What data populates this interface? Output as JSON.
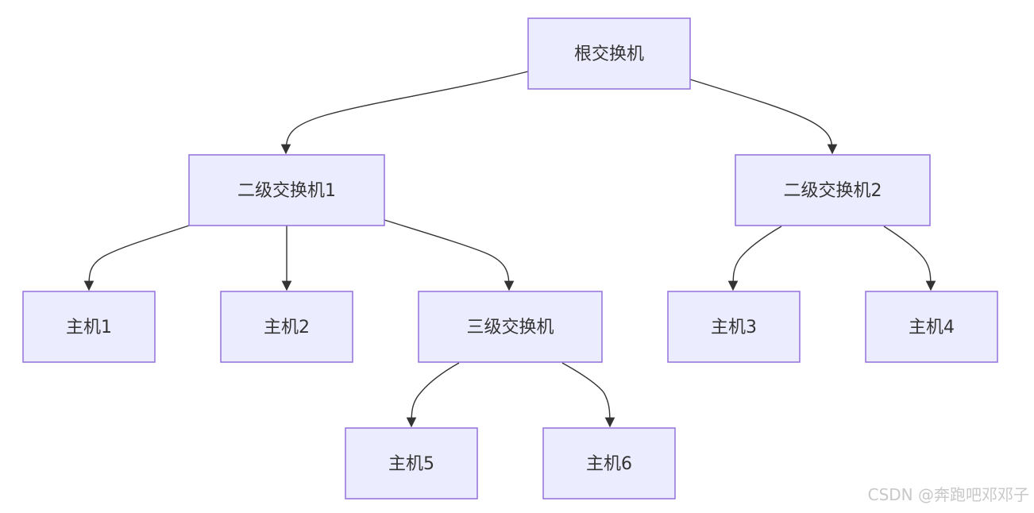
{
  "diagram": {
    "nodes": [
      {
        "id": "root",
        "label": "根交换机"
      },
      {
        "id": "sw1",
        "label": "二级交换机1"
      },
      {
        "id": "sw2",
        "label": "二级交换机2"
      },
      {
        "id": "h1",
        "label": "主机1"
      },
      {
        "id": "h2",
        "label": "主机2"
      },
      {
        "id": "sw3",
        "label": "三级交换机"
      },
      {
        "id": "h3",
        "label": "主机3"
      },
      {
        "id": "h4",
        "label": "主机4"
      },
      {
        "id": "h5",
        "label": "主机5"
      },
      {
        "id": "h6",
        "label": "主机6"
      }
    ],
    "edges": [
      {
        "from": "root",
        "to": "sw1"
      },
      {
        "from": "root",
        "to": "sw2"
      },
      {
        "from": "sw1",
        "to": "h1"
      },
      {
        "from": "sw1",
        "to": "h2"
      },
      {
        "from": "sw1",
        "to": "sw3"
      },
      {
        "from": "sw2",
        "to": "h3"
      },
      {
        "from": "sw2",
        "to": "h4"
      },
      {
        "from": "sw3",
        "to": "h5"
      },
      {
        "from": "sw3",
        "to": "h6"
      }
    ],
    "colors": {
      "node_fill": "#ececff",
      "node_stroke": "#9370db",
      "edge": "#333333",
      "text": "#333333"
    }
  },
  "watermark": "CSDN @奔跑吧邓邓子"
}
